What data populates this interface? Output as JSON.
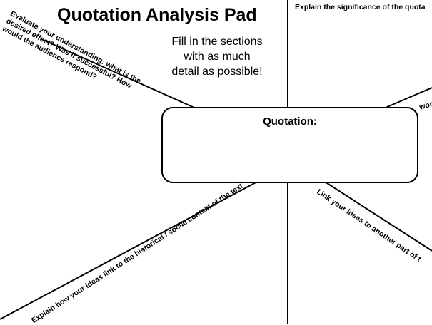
{
  "page": {
    "title": "Quotation Analysis Pad",
    "instructions": "Fill in the sections with as much detail as possible!",
    "quote_box_label": "Quotation:"
  },
  "prompts": {
    "evaluate": "Evaluate your understanding: what is the\ndesired effect? Was it successful? How\nwould the audience respond?",
    "significance": "Explain the significance of the quota",
    "word": "word",
    "context": "Explain how your ideas link to the historical / social context of the text",
    "link": "Link your ideas to another part of t"
  }
}
